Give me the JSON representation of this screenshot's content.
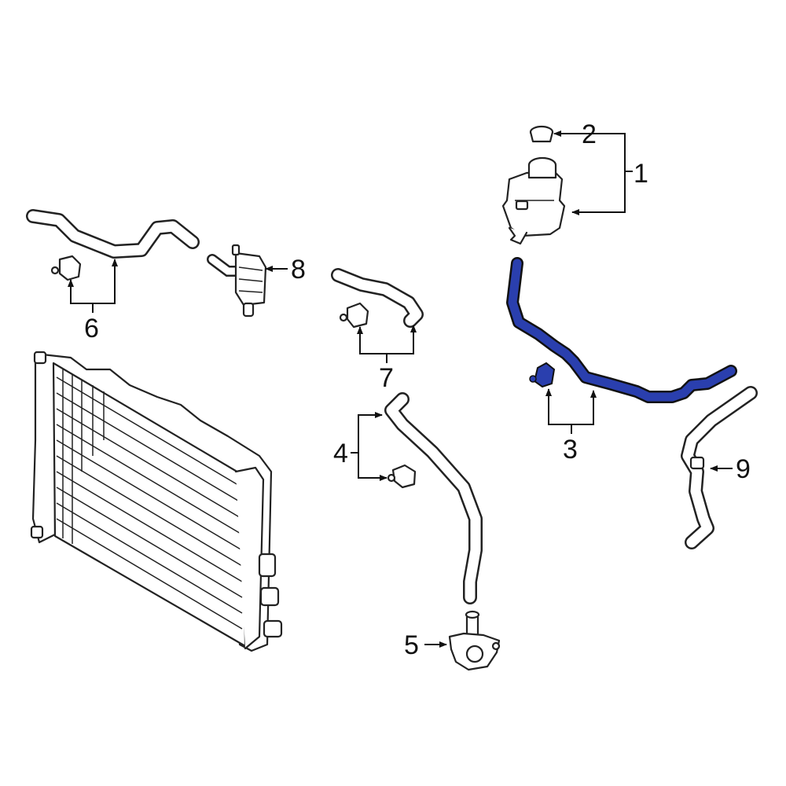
{
  "callouts": {
    "c1": "1",
    "c2": "2",
    "c3": "3",
    "c4": "4",
    "c5": "5",
    "c6": "6",
    "c7": "7",
    "c8": "8",
    "c9": "9"
  },
  "colors": {
    "highlight": "#2a3fae",
    "line": "#222222",
    "background": "#ffffff"
  }
}
